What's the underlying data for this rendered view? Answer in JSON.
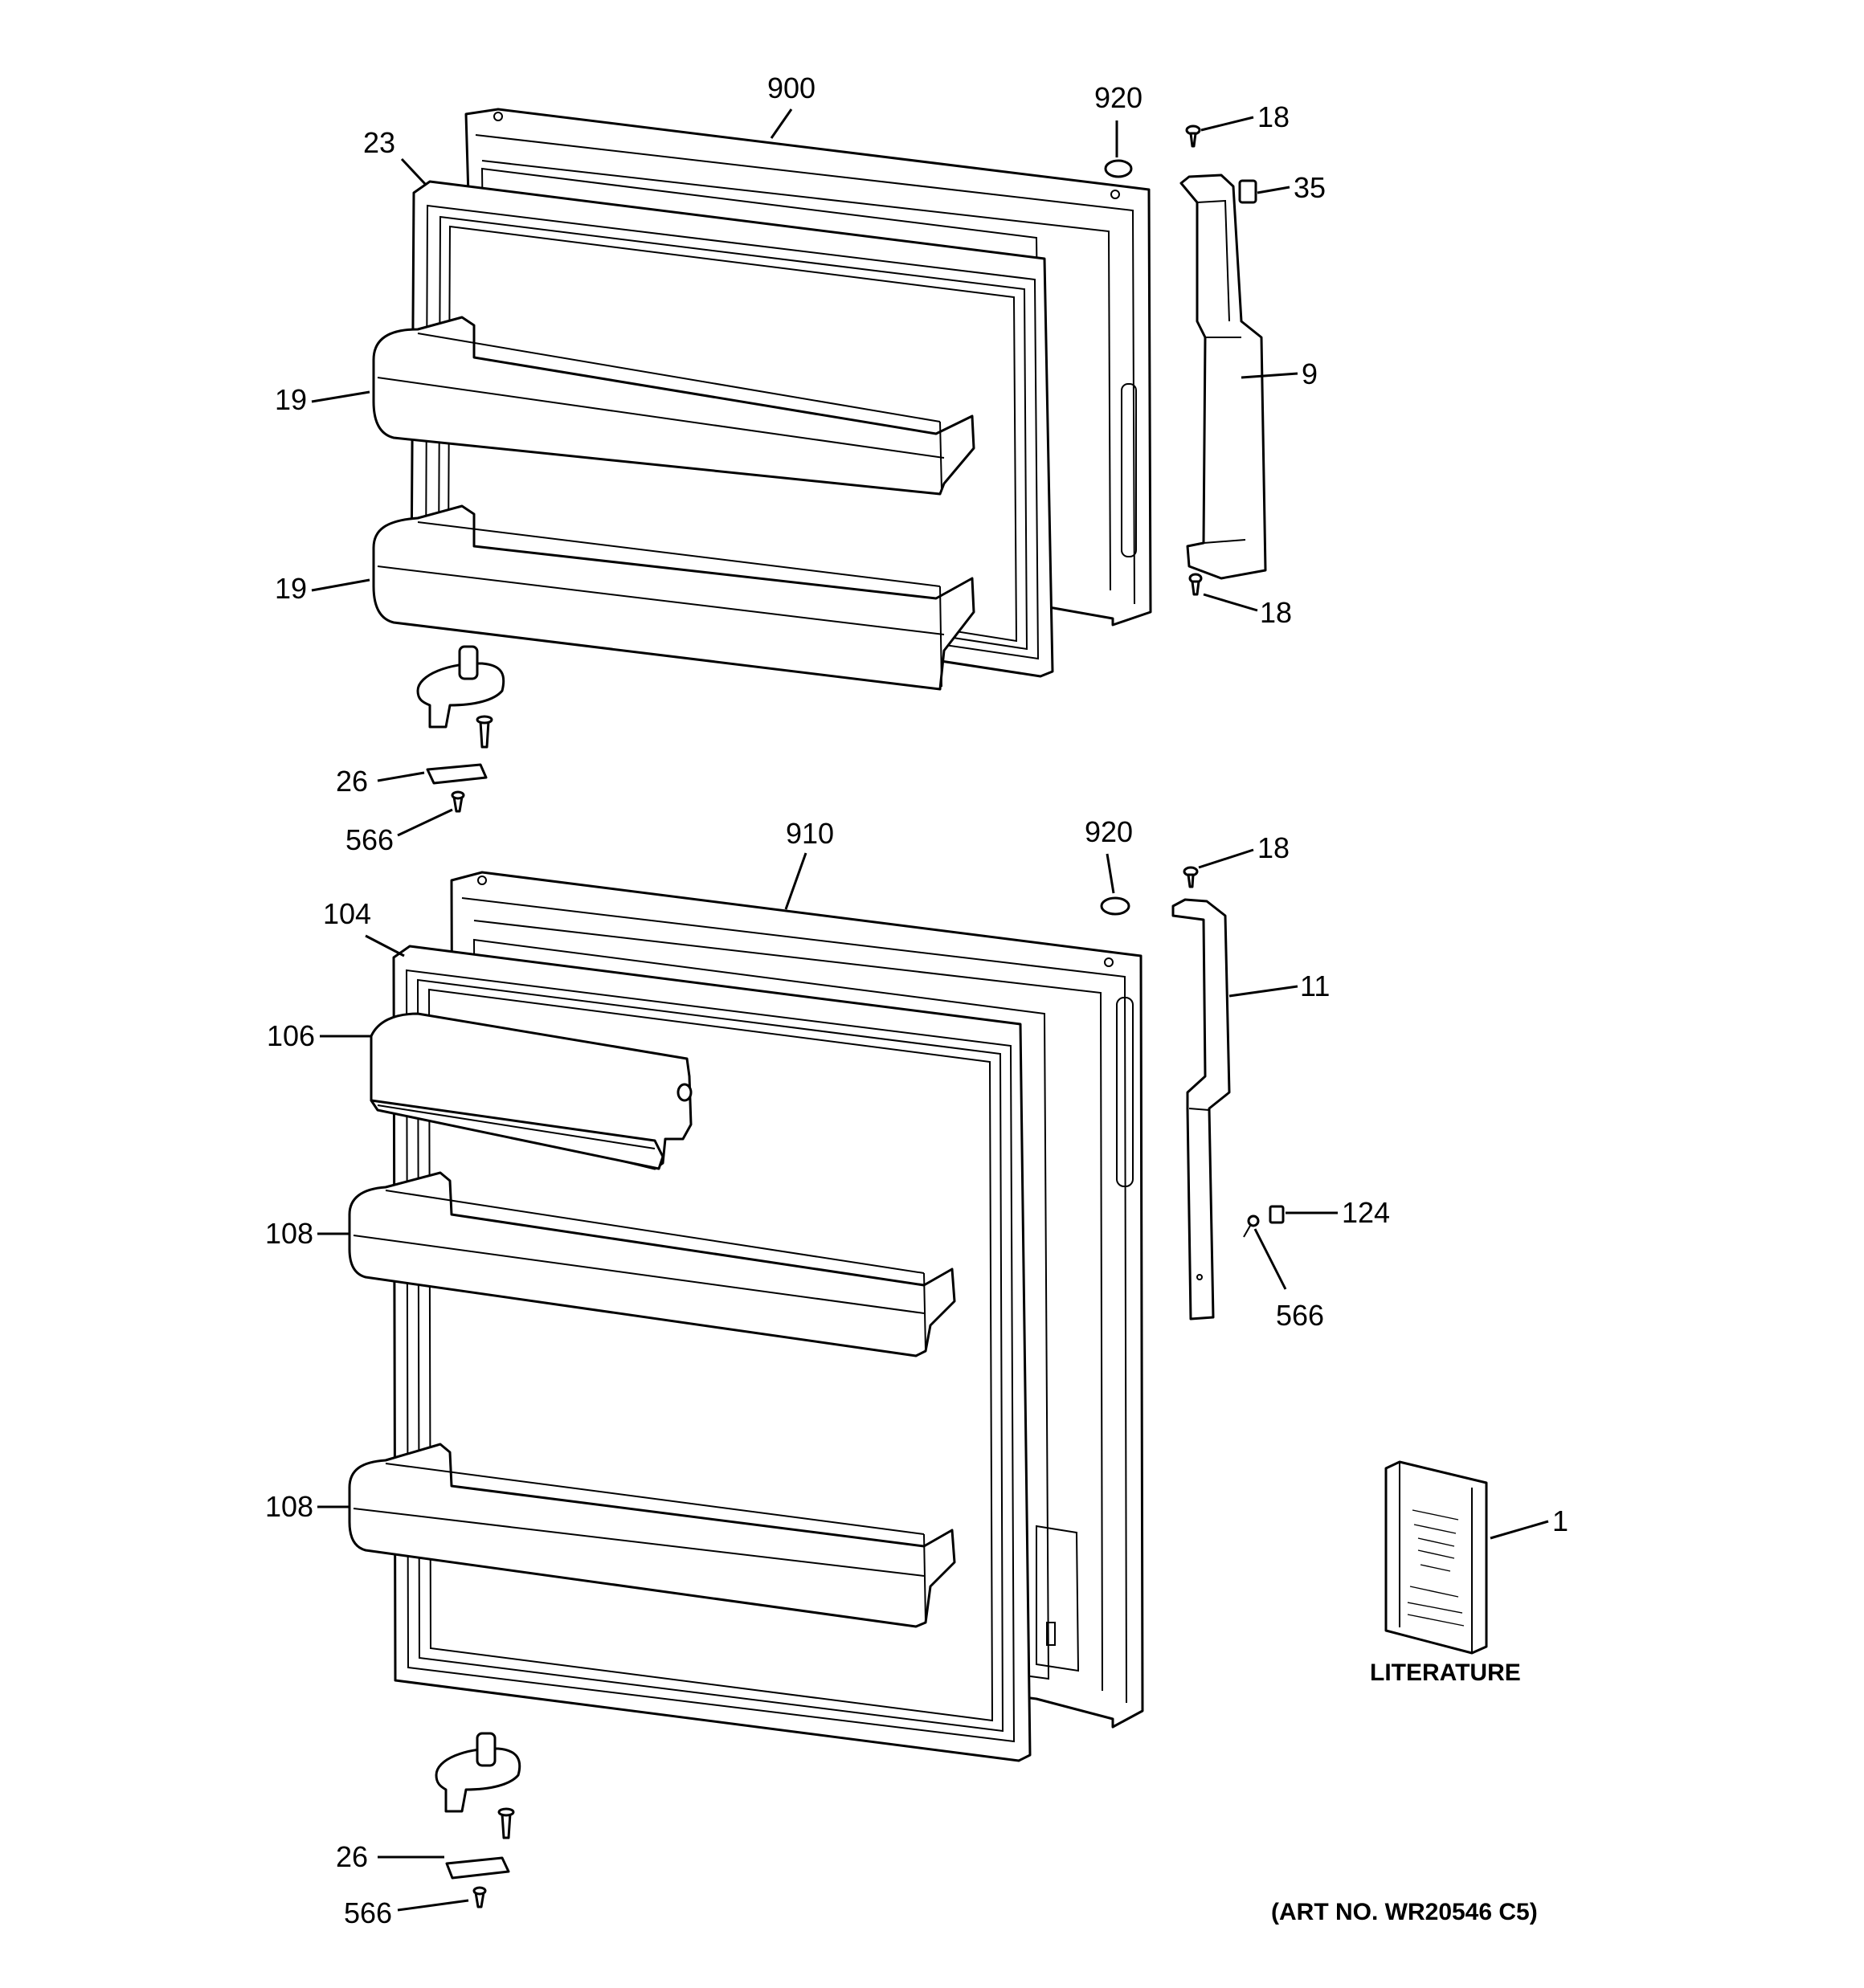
{
  "callouts": {
    "c900": "900",
    "c920a": "920",
    "c18a": "18",
    "c35": "35",
    "c23": "23",
    "c19a": "19",
    "c9": "9",
    "c19b": "19",
    "c18b": "18",
    "c26a": "26",
    "c566a": "566",
    "c910": "910",
    "c920b": "920",
    "c18c": "18",
    "c104": "104",
    "c11": "11",
    "c106": "106",
    "c108a": "108",
    "c124": "124",
    "c566b": "566",
    "c108b": "108",
    "c1": "1",
    "c26b": "26",
    "c566c": "566"
  },
  "literature_label": "LITERATURE",
  "art_number": "(ART NO. WR20546 C5)"
}
